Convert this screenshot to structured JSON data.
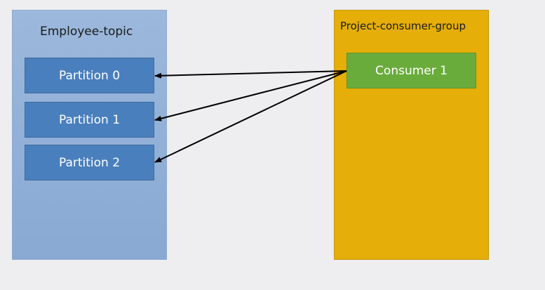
{
  "topic": {
    "title": "Employee-topic",
    "partitions": [
      "Partition 0",
      "Partition 1",
      "Partition 2"
    ]
  },
  "consumer_group": {
    "title": "Project-consumer-group",
    "consumers": [
      "Consumer 1"
    ]
  },
  "colors": {
    "background": "#eeedf0",
    "topic_fill": "#92b0d8",
    "partition_fill": "#4a7fbd",
    "group_fill": "#e5ae08",
    "consumer_fill": "#6aac3c",
    "arrow": "#000000"
  }
}
